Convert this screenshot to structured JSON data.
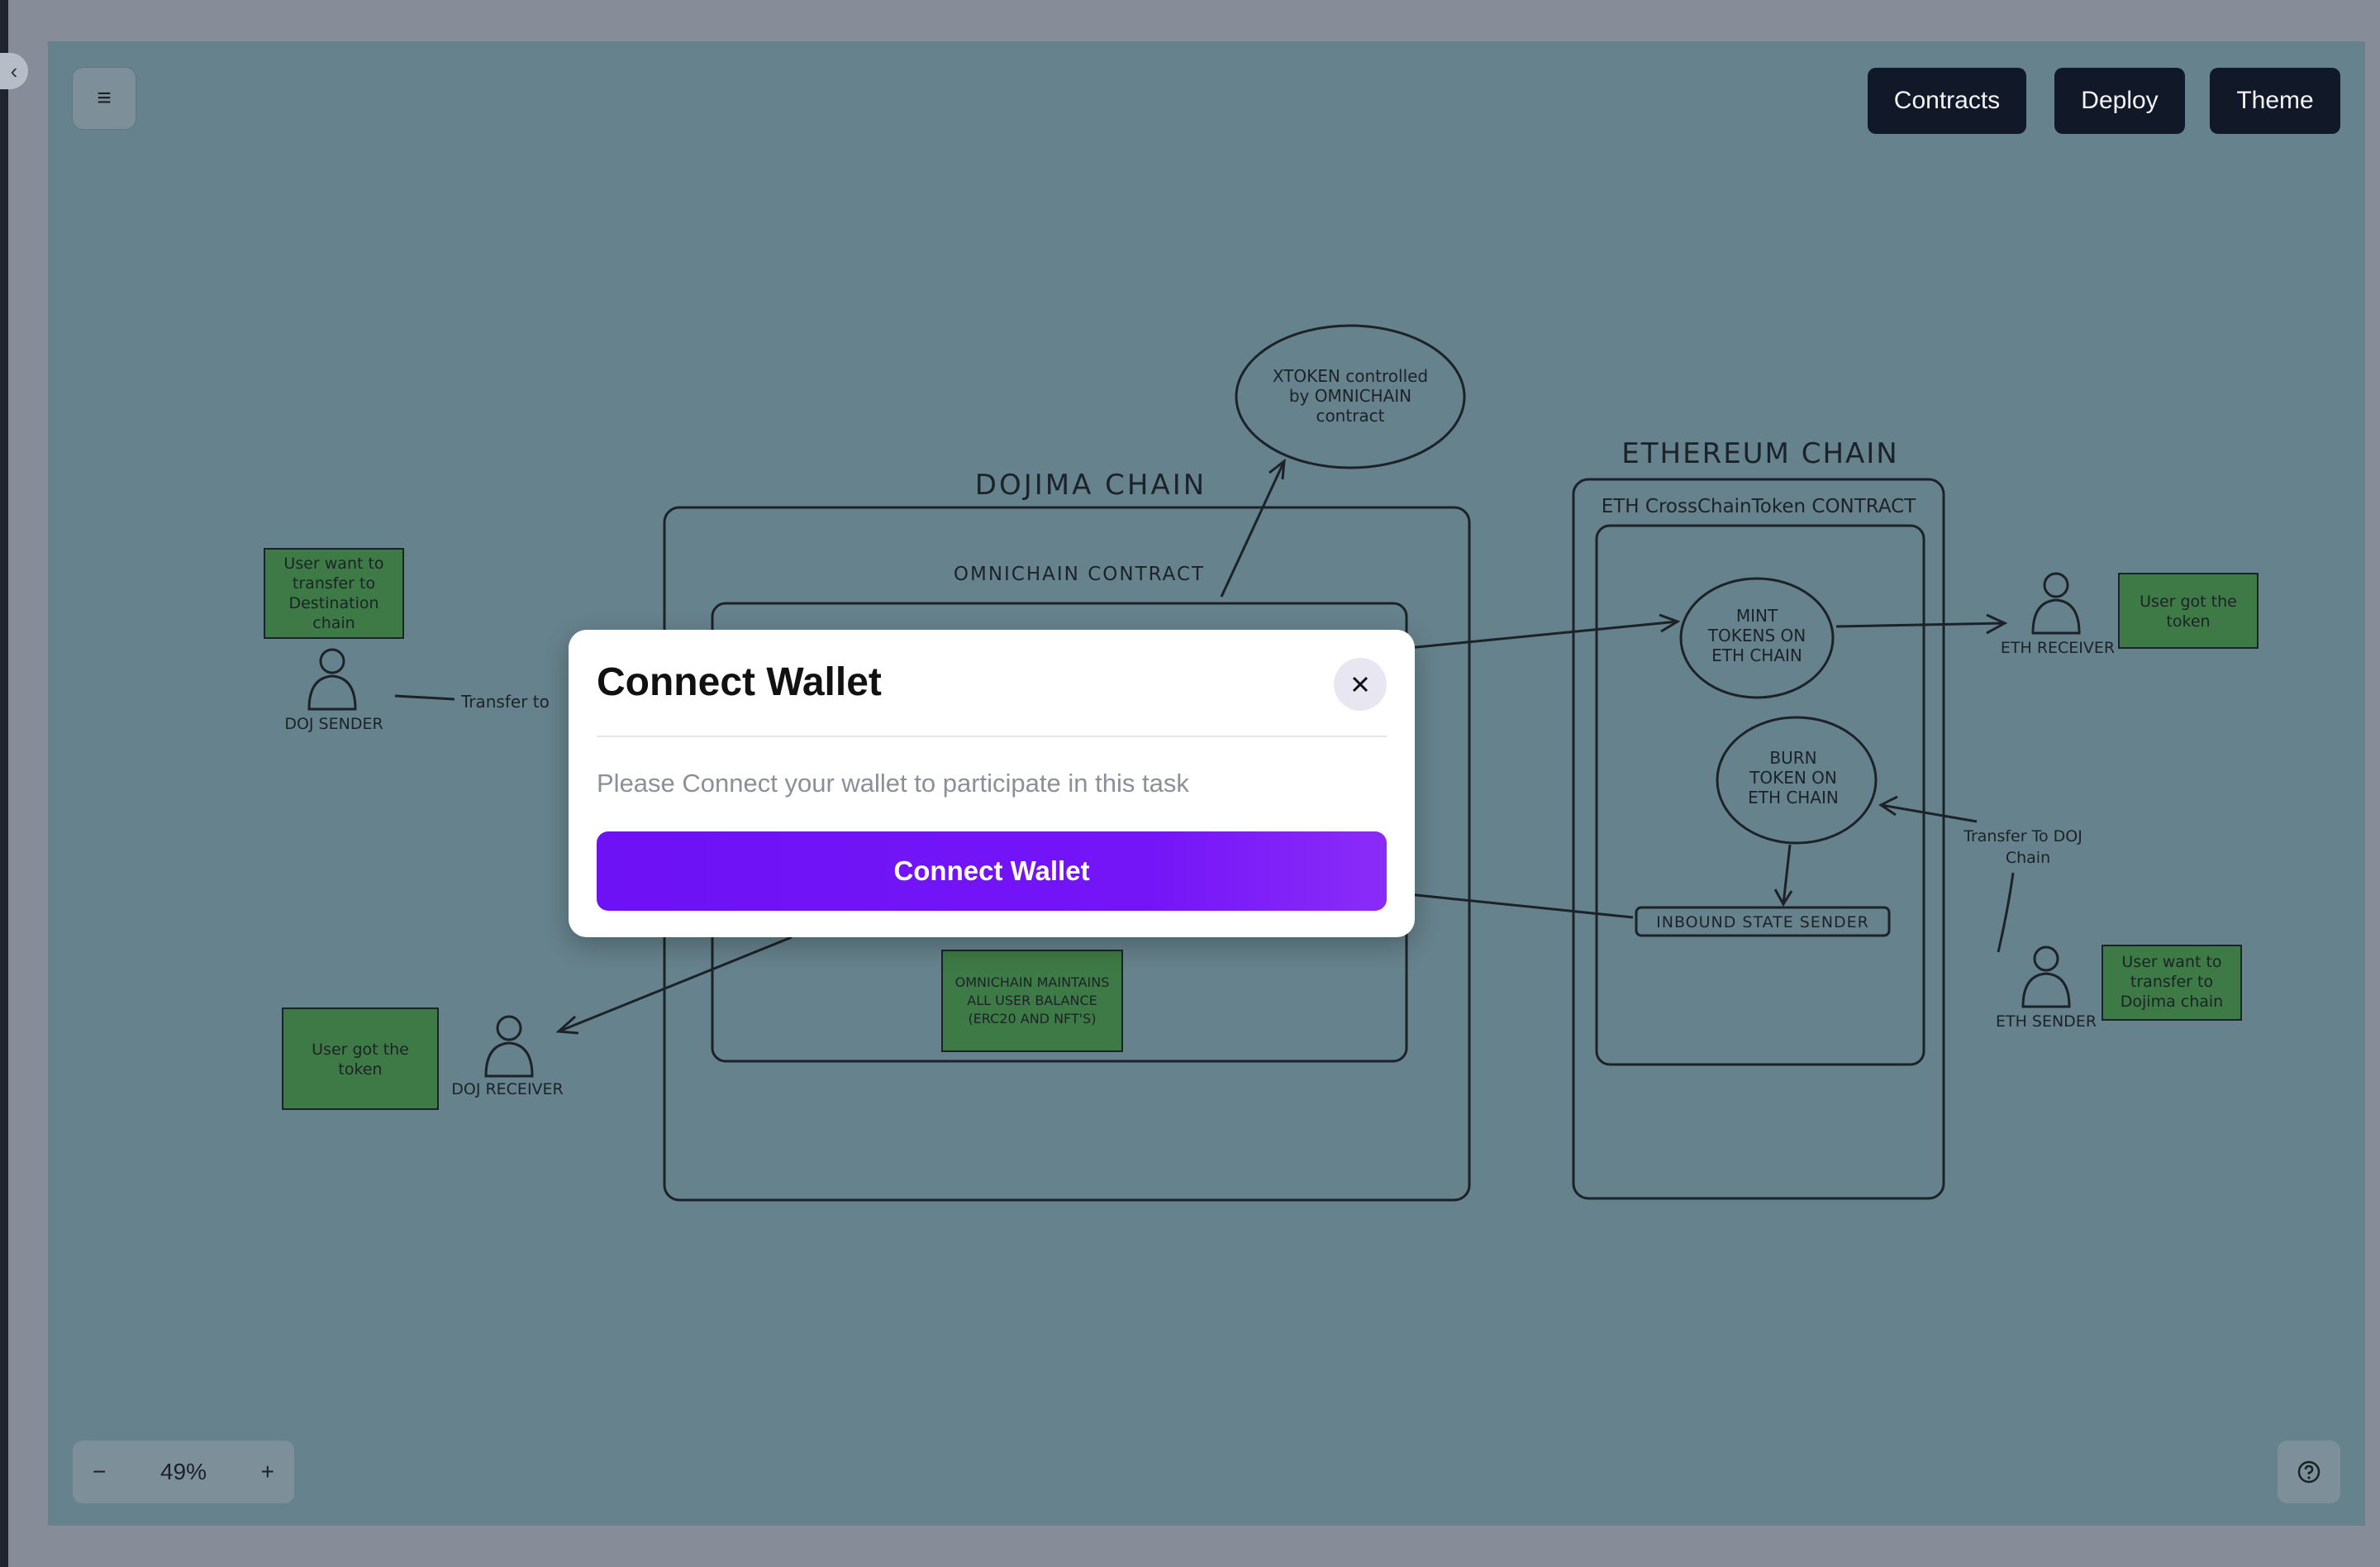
{
  "toolbar": {
    "menu_icon": "hamburger-icon",
    "buttons": [
      "Contracts",
      "Deploy",
      "Theme"
    ]
  },
  "diagram": {
    "dojima_chain_title": "DOJIMA CHAIN",
    "omnichain_contract_label": "OMNICHAIN CONTRACT",
    "xtoken_lines": [
      "XTOKEN controlled",
      "by OMNICHAIN",
      "contract"
    ],
    "ethereum_chain_title": "ETHEREUM CHAIN",
    "eth_contract_label": "ETH CrossChainToken CONTRACT",
    "mint_lines": [
      "MINT",
      "TOKENS ON",
      "ETH CHAIN"
    ],
    "burn_lines": [
      "BURN",
      "TOKEN ON",
      "ETH CHAIN"
    ],
    "inbound_label": "INBOUND STATE SENDER",
    "omnichain_balance_lines": [
      "OMNICHAIN MAINTAINS",
      "ALL USER BALANCE",
      "(ERC20 AND NFT'S)"
    ],
    "doj_sender_note_lines": [
      "User want to",
      "transfer to",
      "Destination",
      "chain"
    ],
    "doj_sender_label": "DOJ SENDER",
    "transfer_to_label": "Transfer to",
    "doj_receiver_note_lines": [
      "User got the",
      "token"
    ],
    "doj_receiver_label": "DOJ RECEIVER",
    "eth_receiver_label": "ETH RECEIVER",
    "eth_receiver_note_lines": [
      "User got the",
      "token"
    ],
    "transfer_to_doj_lines": [
      "Transfer To DOJ",
      "Chain"
    ],
    "eth_sender_label": "ETH SENDER",
    "eth_sender_note_lines": [
      "User want to",
      "transfer to",
      "Dojima chain"
    ]
  },
  "zoom": {
    "minus_label": "−",
    "level": "49%",
    "plus_label": "+"
  },
  "help_icon": "help-circle-icon",
  "modal": {
    "title": "Connect Wallet",
    "close_icon": "close-icon",
    "message": "Please Connect your wallet to participate in this task",
    "button_label": "Connect Wallet"
  },
  "colors": {
    "canvas_bg": "#66828c",
    "note_green": "#3d7a45",
    "toolbar_button": "#111827",
    "modal_button": "#7415f8"
  }
}
